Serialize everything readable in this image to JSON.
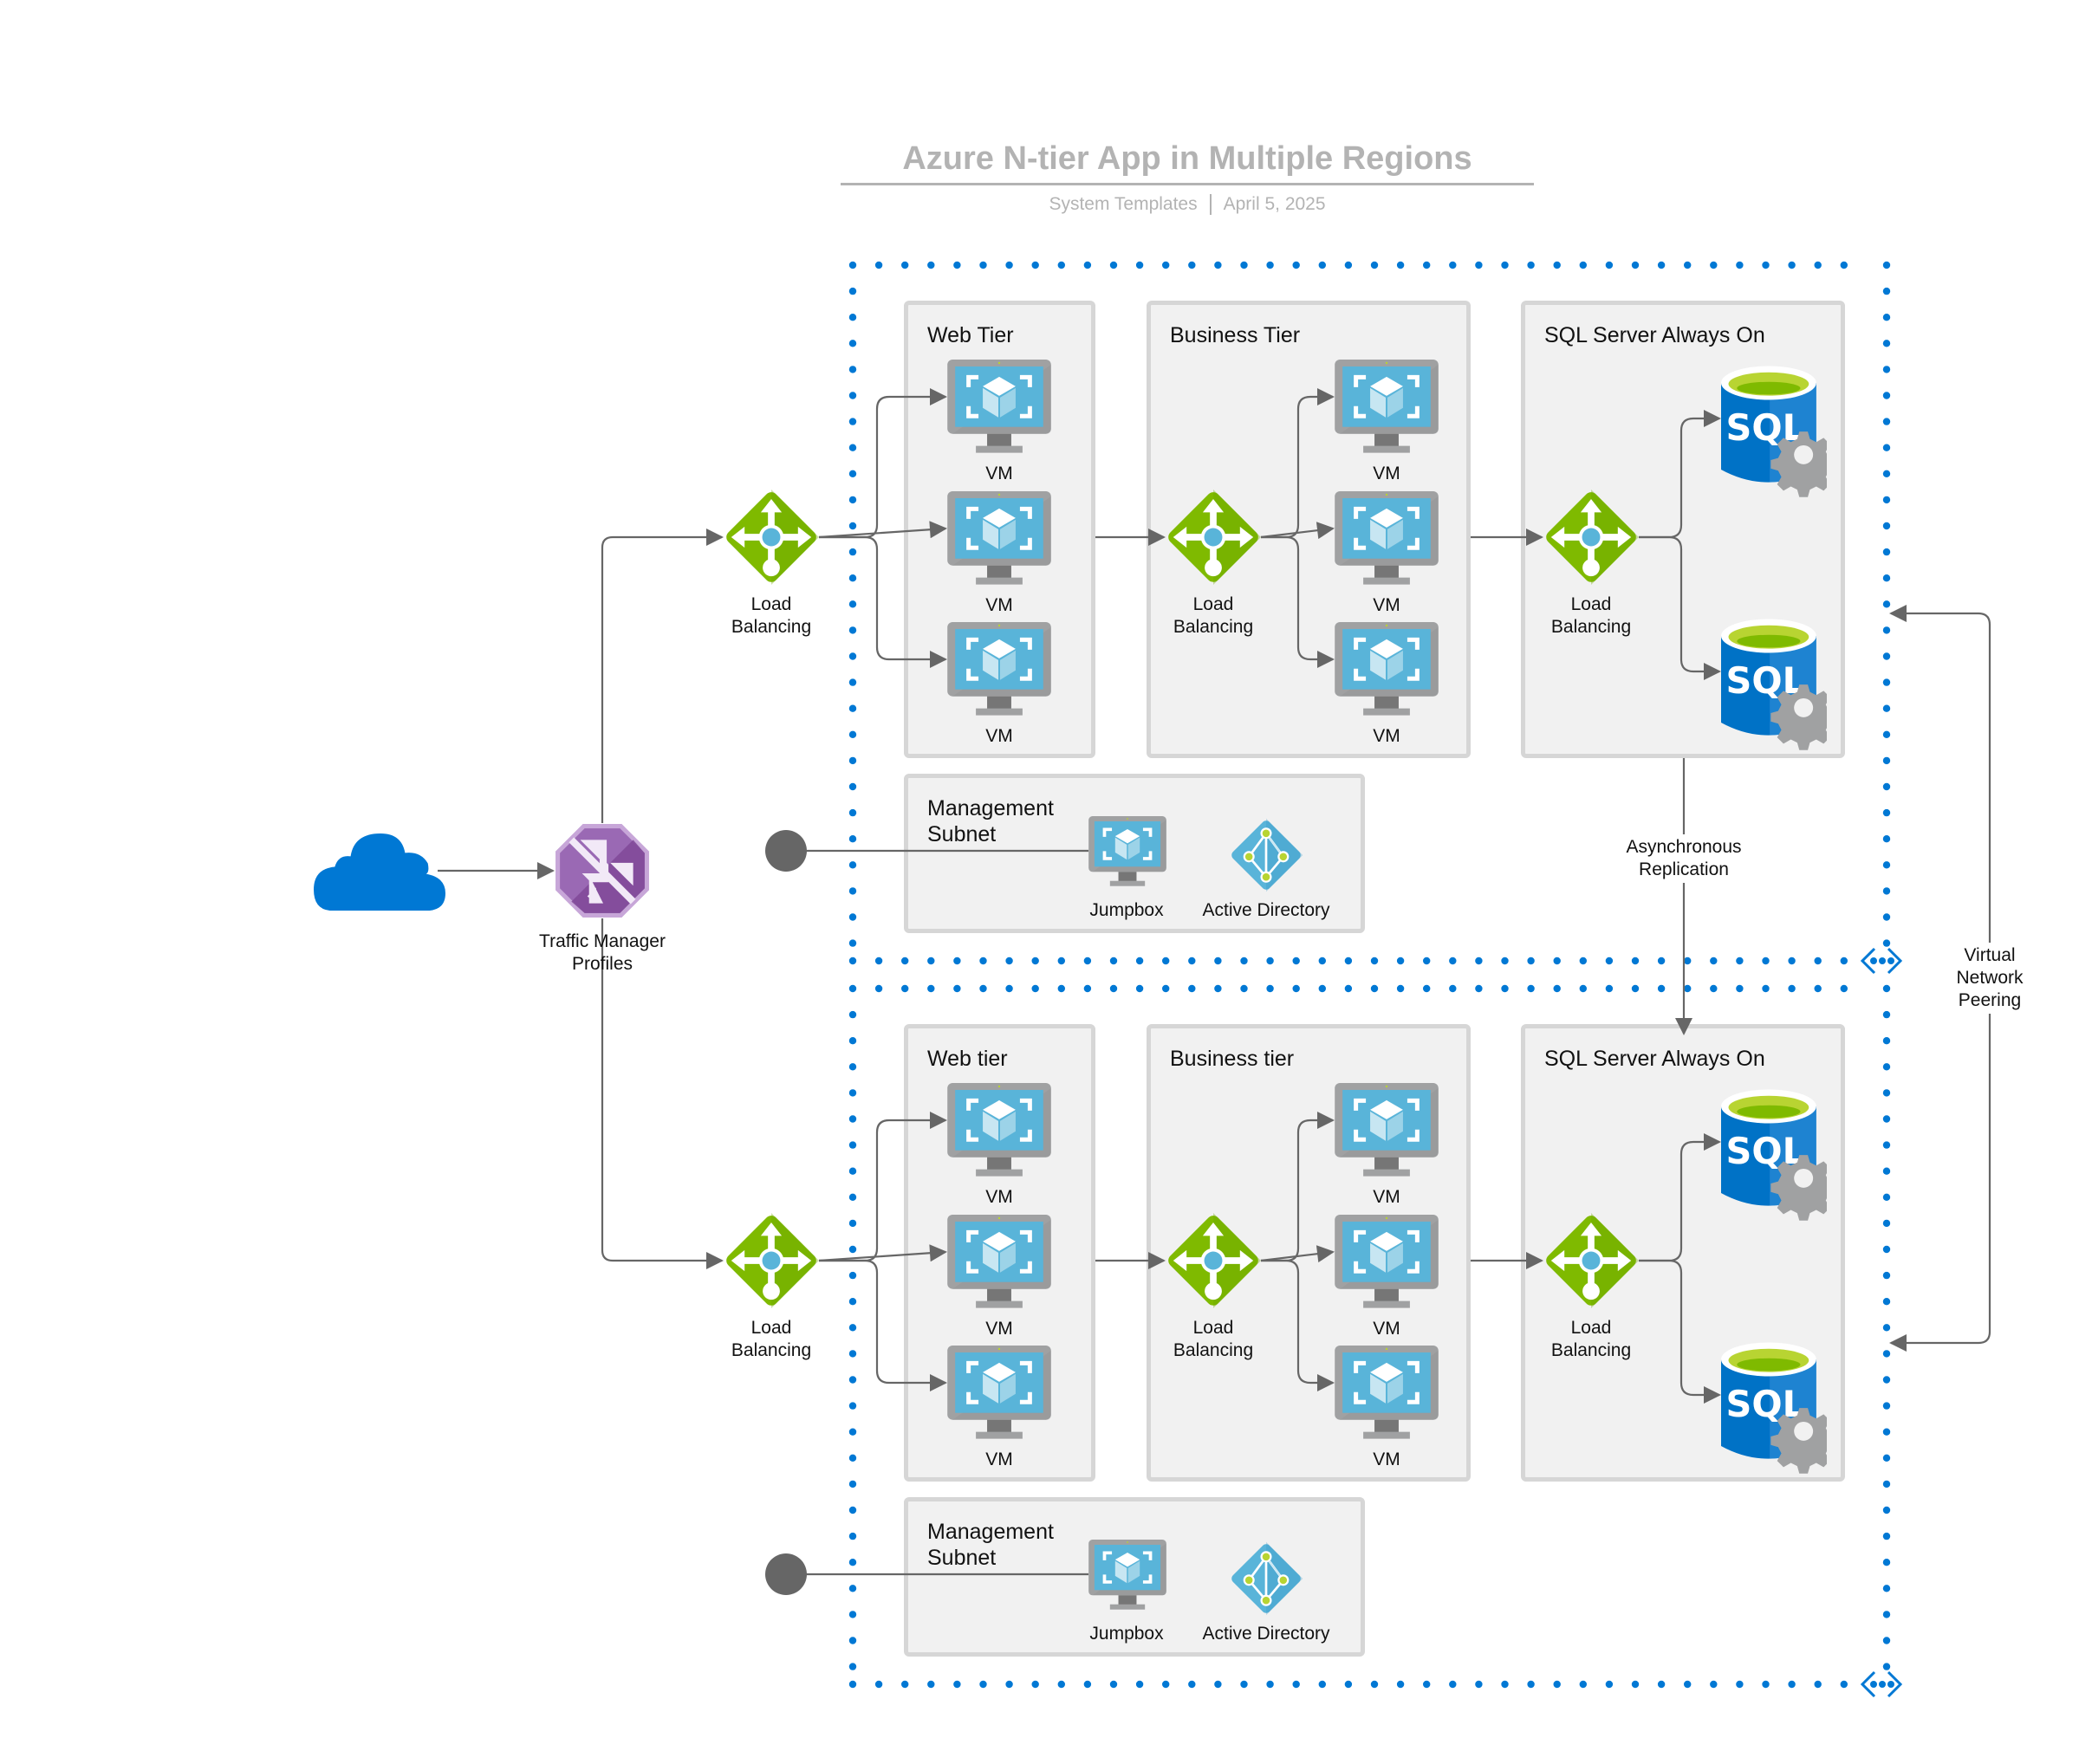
{
  "header": {
    "title": "Azure N-tier App in Multiple Regions",
    "subtitle_source": "System Templates",
    "subtitle_date": "April 5, 2025"
  },
  "colors": {
    "region_border": "#0078d4",
    "box_fill": "#f1f1f1",
    "box_border": "#d6d6d6",
    "connector": "#666666",
    "lb_green": "#7fba00",
    "vm_blue": "#59b4d9",
    "sql_blue": "#0072c6",
    "traffic_manager_purple": "#804998",
    "cloud_blue": "#0078d4"
  },
  "internet": {
    "icon": "cloud-icon"
  },
  "traffic_manager": {
    "label_line1": "Traffic Manager",
    "label_line2": "Profiles",
    "icon": "traffic-manager-icon"
  },
  "regions": [
    {
      "name": "region-primary",
      "web_lb": {
        "line1": "Load",
        "line2": "Balancing"
      },
      "web_tier": {
        "title": "Web Tier",
        "vms": [
          "VM",
          "VM",
          "VM"
        ]
      },
      "business_tier": {
        "title": "Business Tier",
        "lb": {
          "line1": "Load",
          "line2": "Balancing"
        },
        "vms": [
          "VM",
          "VM",
          "VM"
        ]
      },
      "sql_tier": {
        "title": "SQL Server Always On",
        "lb": {
          "line1": "Load",
          "line2": "Balancing"
        },
        "dbs": [
          "SQL",
          "SQL"
        ]
      },
      "management": {
        "title_line1": "Management",
        "title_line2": "Subnet",
        "jumpbox": "Jumpbox",
        "active_directory": "Active Directory"
      }
    },
    {
      "name": "region-secondary",
      "web_lb": {
        "line1": "Load",
        "line2": "Balancing"
      },
      "web_tier": {
        "title": "Web tier",
        "vms": [
          "VM",
          "VM",
          "VM"
        ]
      },
      "business_tier": {
        "title": "Business tier",
        "lb": {
          "line1": "Load",
          "line2": "Balancing"
        },
        "vms": [
          "VM",
          "VM",
          "VM"
        ]
      },
      "sql_tier": {
        "title": "SQL Server Always On",
        "lb": {
          "line1": "Load",
          "line2": "Balancing"
        },
        "dbs": [
          "SQL",
          "SQL"
        ]
      },
      "management": {
        "title_line1": "Management",
        "title_line2": "Subnet",
        "jumpbox": "Jumpbox",
        "active_directory": "Active Directory"
      }
    }
  ],
  "connections": {
    "replication": {
      "line1": "Asynchronous",
      "line2": "Replication"
    },
    "peering": {
      "line1": "Virtual",
      "line2": "Network",
      "line3": "Peering"
    }
  }
}
